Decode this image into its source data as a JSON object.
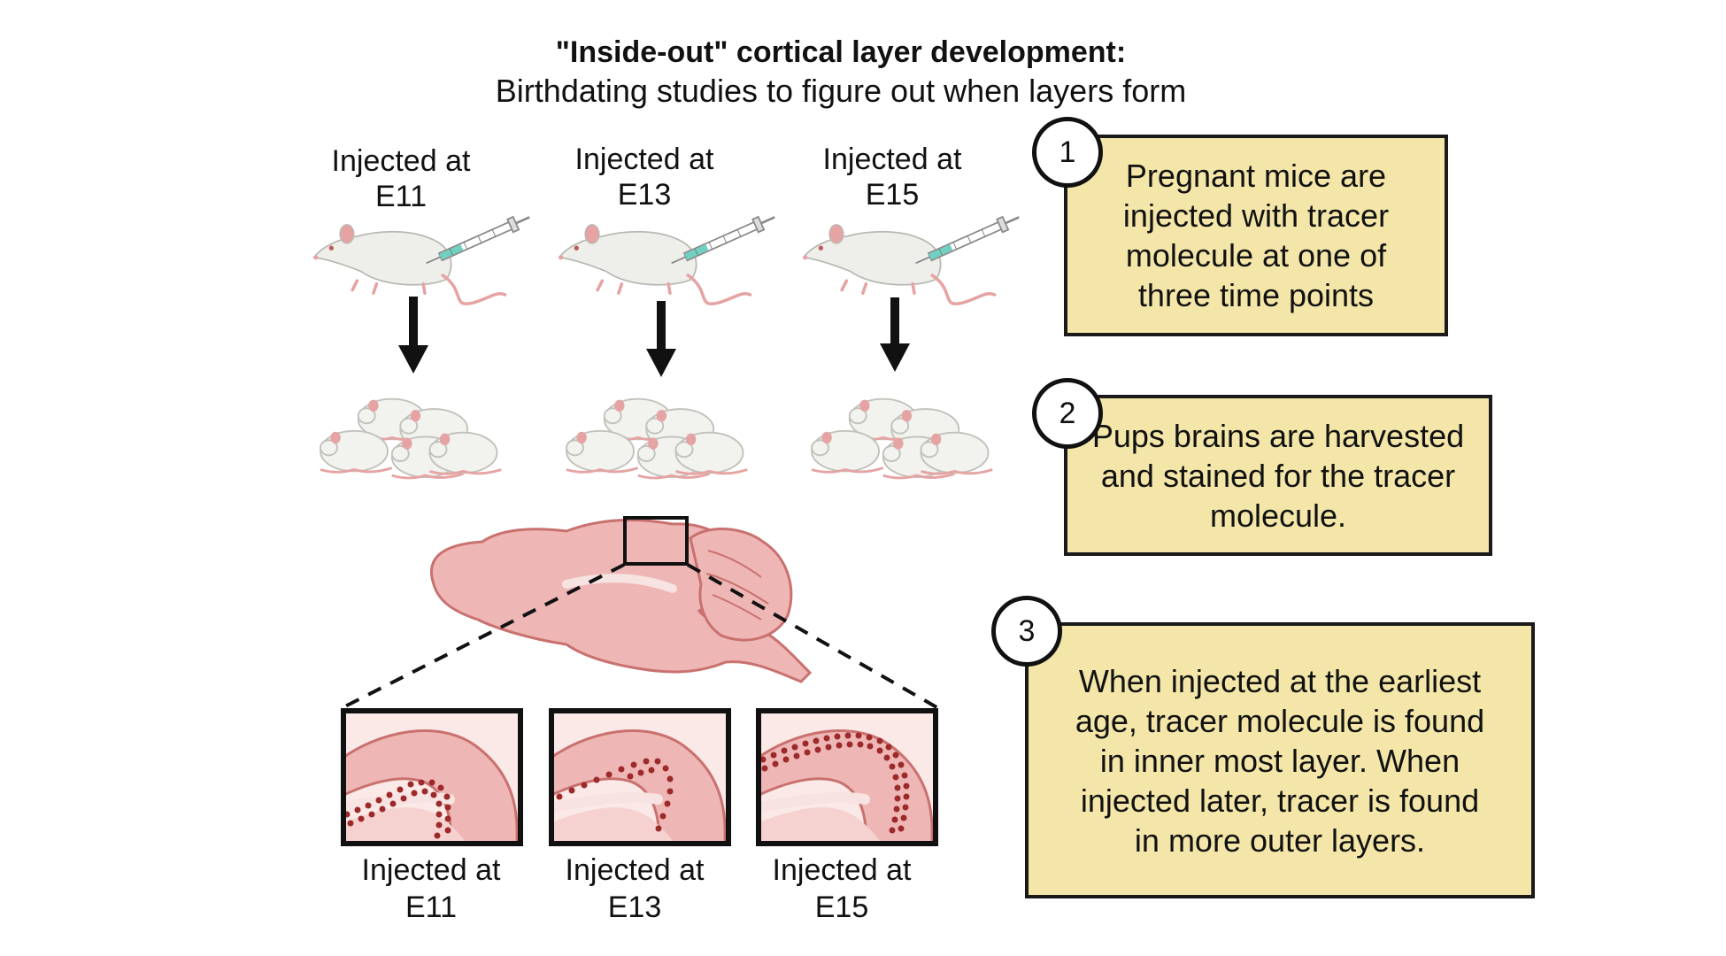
{
  "title": "\"Inside-out\" cortical layer development:",
  "subtitle": "Birthdating studies to figure out when layers form",
  "injections": [
    {
      "line1": "Injected  at",
      "line2": "E11"
    },
    {
      "line1": "Injected  at",
      "line2": "E13"
    },
    {
      "line1": "Injected  at",
      "line2": "E15"
    }
  ],
  "results": [
    {
      "line1": "Injected at",
      "line2": "E11"
    },
    {
      "line1": "Injected at",
      "line2": "E13"
    },
    {
      "line1": "Injected at",
      "line2": "E15"
    }
  ],
  "steps": [
    {
      "number": "1",
      "text": "Pregnant mice are injected with tracer molecule at one of three time points"
    },
    {
      "number": "2",
      "text": "Pups brains are harvested and stained for the tracer molecule."
    },
    {
      "number": "3",
      "text": "When injected at the earliest age, tracer molecule is found in inner most layer. When injected later, tracer is found in more outer layers."
    }
  ],
  "colors": {
    "box_fill": "#f3e6a8",
    "tissue": "#eeb7b5",
    "tissue_edge": "#c9716f",
    "dots": "#9c2a2a",
    "mouse_body": "#eeeeea",
    "mouse_pink": "#e6a3a3"
  }
}
